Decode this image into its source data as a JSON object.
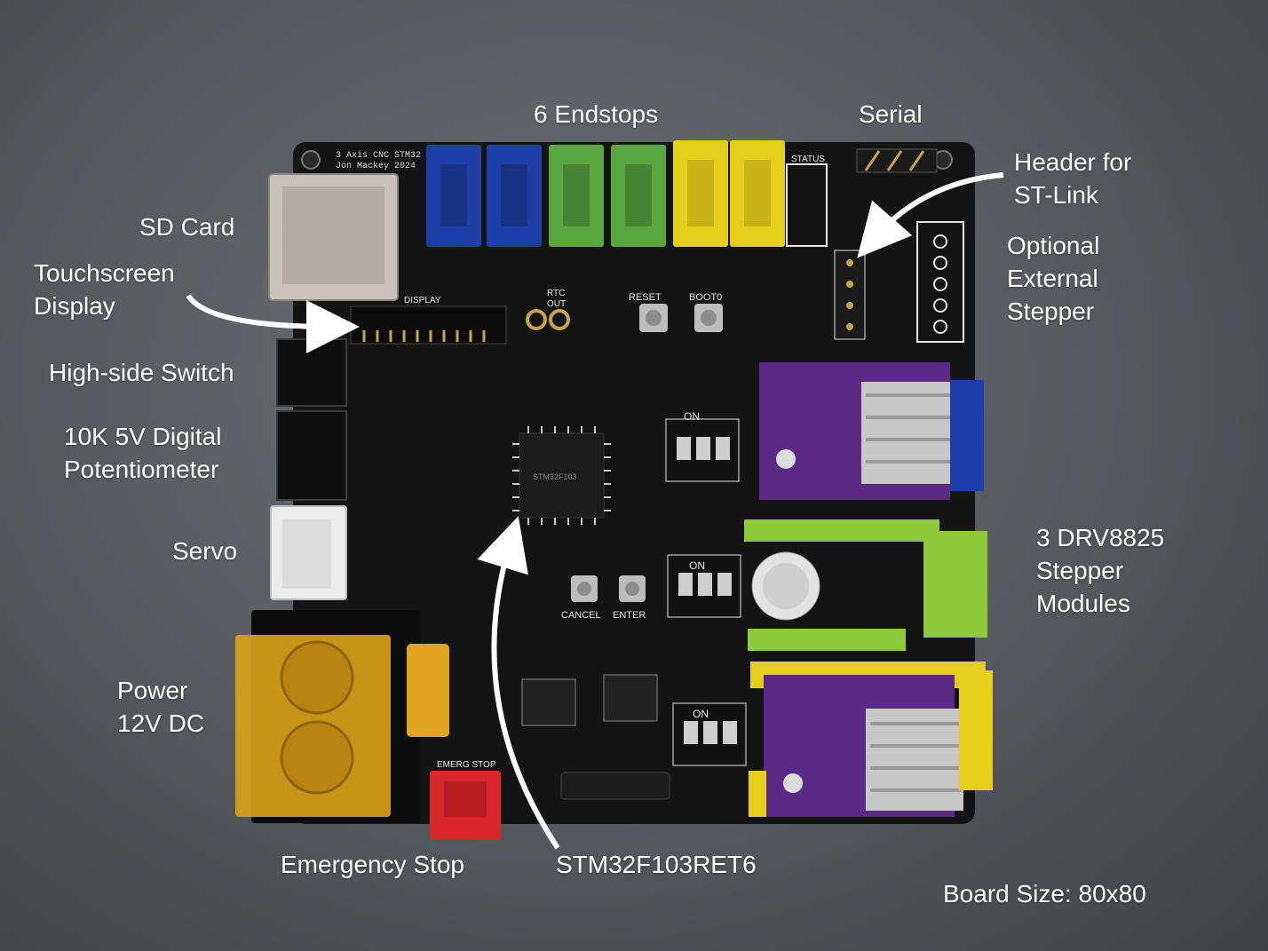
{
  "board": {
    "silkscreen_title": "3 Axis CNC STM32",
    "silkscreen_author": "Jon Mackey 2024",
    "silk_display": "DISPLAY",
    "silk_status": "STATUS",
    "silk_reset": "RESET",
    "silk_boot": "BOOT0",
    "silk_rtc": "RTC",
    "silk_out": "OUT",
    "silk_cancel": "CANCEL",
    "silk_enter": "ENTER",
    "silk_on": "ON",
    "silk_emerg": "EMERG STOP",
    "silk_chip": "STM32F103",
    "colors": {
      "pcb": "#141414",
      "endstop_blue": "#1f3fa8",
      "endstop_green": "#5aa640",
      "endstop_yellow": "#e6cf1c",
      "driver_purple": "#5b2a86",
      "emergency_red": "#d8262b",
      "power_amber": "#d9a11a"
    }
  },
  "annotations": {
    "endstops": "6 Endstops",
    "serial": "Serial",
    "stlink": "Header for\nST-Link",
    "sd_card": "SD Card",
    "touchscreen": "Touchscreen\nDisplay",
    "external_stepper": "Optional\nExternal\nStepper",
    "high_side": "High-side Switch",
    "potentiometer": "10K 5V Digital\nPotentiometer",
    "servo": "Servo",
    "stepper_modules": "3 DRV8825\nStepper\nModules",
    "power": "Power\n12V DC",
    "emergency_stop": "Emergency Stop",
    "mcu": "STM32F103RET6",
    "board_size": "Board Size: 80x80"
  }
}
